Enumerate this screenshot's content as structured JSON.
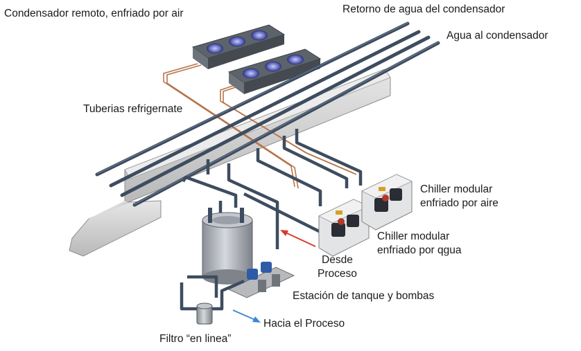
{
  "labels": {
    "remote_condenser": "Condensador remoto, enfriado por air",
    "condenser_return": "Retorno de agua del condensador",
    "water_to_condenser": "Agua al condensador",
    "refrigerant_pipes": "Tuberias refrigernate",
    "air_chiller_line1": "Chiller modular",
    "air_chiller_line2": "enfriado por aire",
    "water_chiller_line1": "Chiller modular",
    "water_chiller_line2": "enfriado por qgua",
    "from_process_line1": "Desde",
    "from_process_line2": "Proceso",
    "tank_pump_station": "Estación de tanque y bombas",
    "to_process": "Hacia el Proceso",
    "inline_filter": "Filtro “en linea”"
  },
  "colors": {
    "background": "#ffffff",
    "pipe": "#3e4c5f",
    "pipe_highlight": "#6f8097",
    "refrigerant_pipe": "#b8744a",
    "wall_face": "#c9c9c9",
    "wall_top": "#e3e3e3",
    "fan_blue": "#6a72c8",
    "arrow_from_process": "#d63a2a",
    "arrow_to_process": "#3a88d6",
    "text": "#1a1a1a"
  },
  "icons": {
    "condenser": "condenser-unit-icon",
    "chiller": "chiller-module-icon",
    "tank": "tank-icon",
    "pump": "pump-icon",
    "filter": "filter-icon"
  }
}
